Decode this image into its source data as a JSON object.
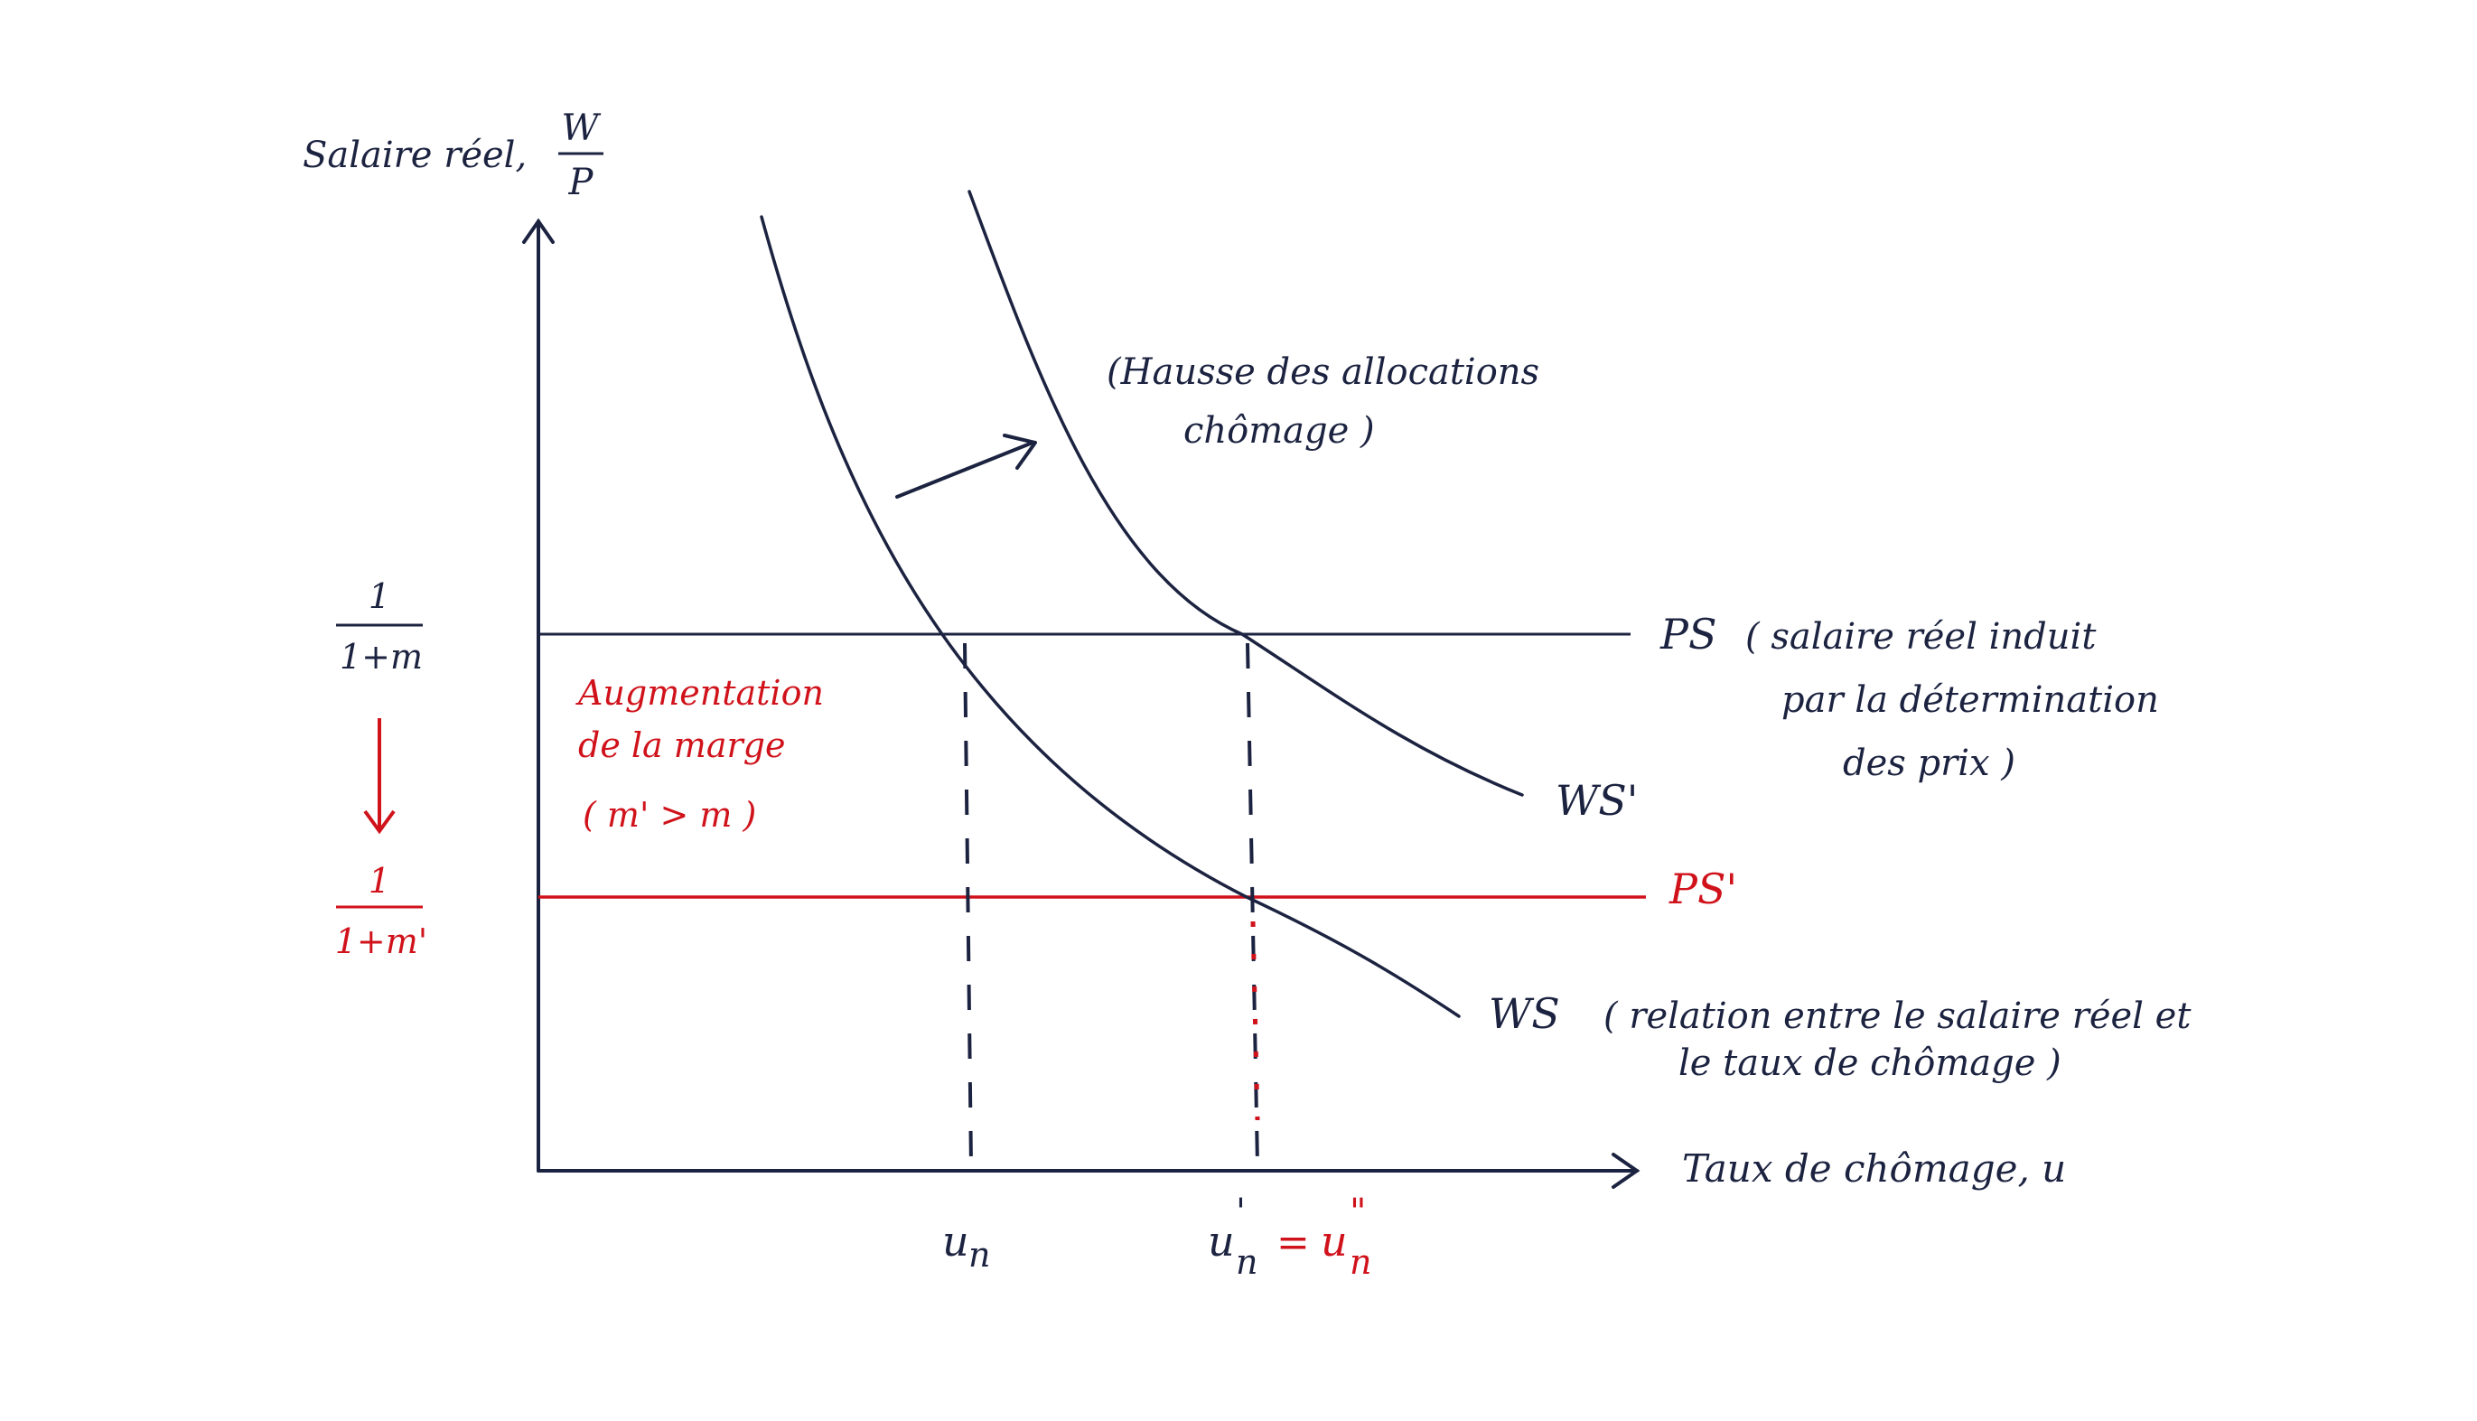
{
  "axes": {
    "y_label": "Salaire réel,",
    "y_frac_num": "W",
    "y_frac_den": "P",
    "x_label": "Taux de chômage, u"
  },
  "y_ticks": {
    "top_num": "1",
    "top_den": "1+m",
    "bottom_num": "1",
    "bottom_den": "1+m'"
  },
  "x_ticks": {
    "un": "u",
    "un_sub": "n",
    "un_prime": "u",
    "un_prime_sup": "'",
    "un_prime_sub": "n",
    "eq": "=",
    "un_dprime": "u",
    "un_dprime_sup": "\"",
    "un_dprime_sub": "n"
  },
  "annotations": {
    "shift_line1": "(Hausse des allocations",
    "shift_line2": "chômage )",
    "margin_line1": "Augmentation",
    "margin_line2": "de la marge",
    "margin_line3": "( m' > m )"
  },
  "curves": {
    "ps_label": "PS",
    "ps_desc1": "( salaire réel induit",
    "ps_desc2": "par la détermination",
    "ps_desc3": "des prix )",
    "ps_prime_label": "PS'",
    "ws_label": "WS",
    "ws_desc1": "( relation entre le salaire réel et",
    "ws_desc2": "le taux de chômage )",
    "ws_prime_label": "WS'"
  },
  "colors": {
    "ink": "#1c2340",
    "accent": "#d0121b"
  }
}
